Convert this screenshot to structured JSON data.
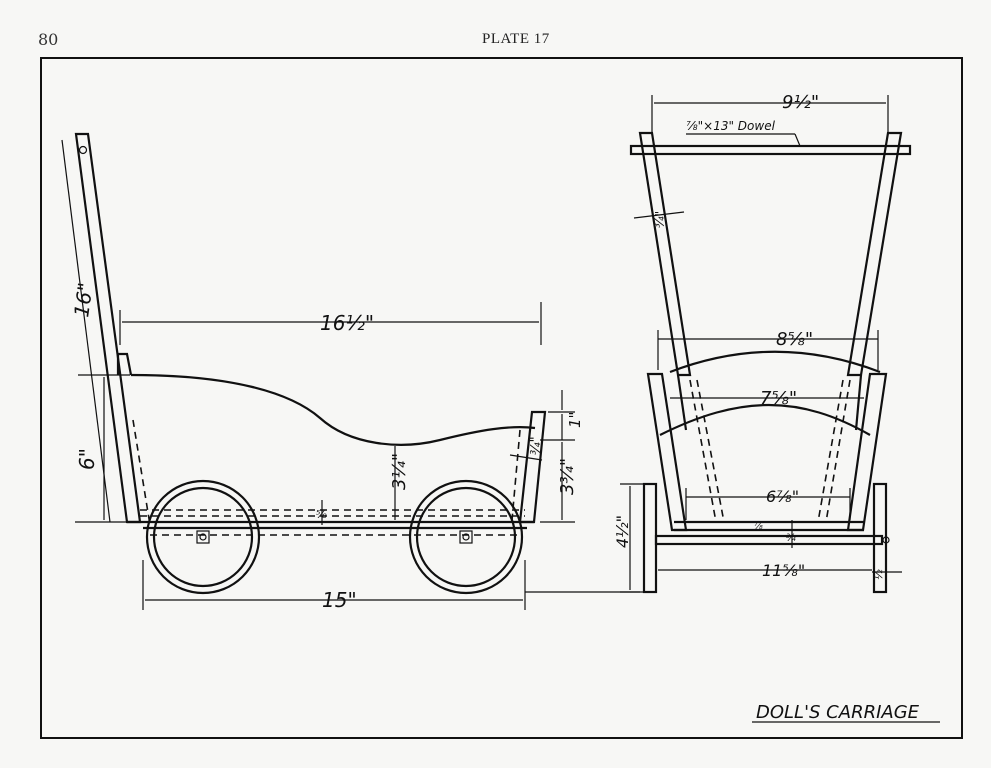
{
  "page": {
    "number": "80",
    "plate": "PLATE 17"
  },
  "drawing_title": "DOLL'S CARRIAGE",
  "side_view": {
    "dims": {
      "handle_length": "16\"",
      "body_length": "16½\"",
      "body_height": "6\"",
      "front_rise": "1\"",
      "front_depth": "¾\"",
      "floor_height": "3¼\"",
      "front_height": "3¾\"",
      "small_dim": "⅝",
      "wheelbase": "15\""
    }
  },
  "end_view": {
    "dims": {
      "handle_width": "9½\"",
      "dowel": "⅞\"×13\" Dowel",
      "stick": "¾\"",
      "top_width": "8⅝\"",
      "mid_width": "7⅝\"",
      "bottom_width": "6⅞\"",
      "axle_height": "4½\"",
      "axle_length": "11⅝\"",
      "small_a": "⅞",
      "small_b": "¾",
      "small_c": "½"
    }
  }
}
